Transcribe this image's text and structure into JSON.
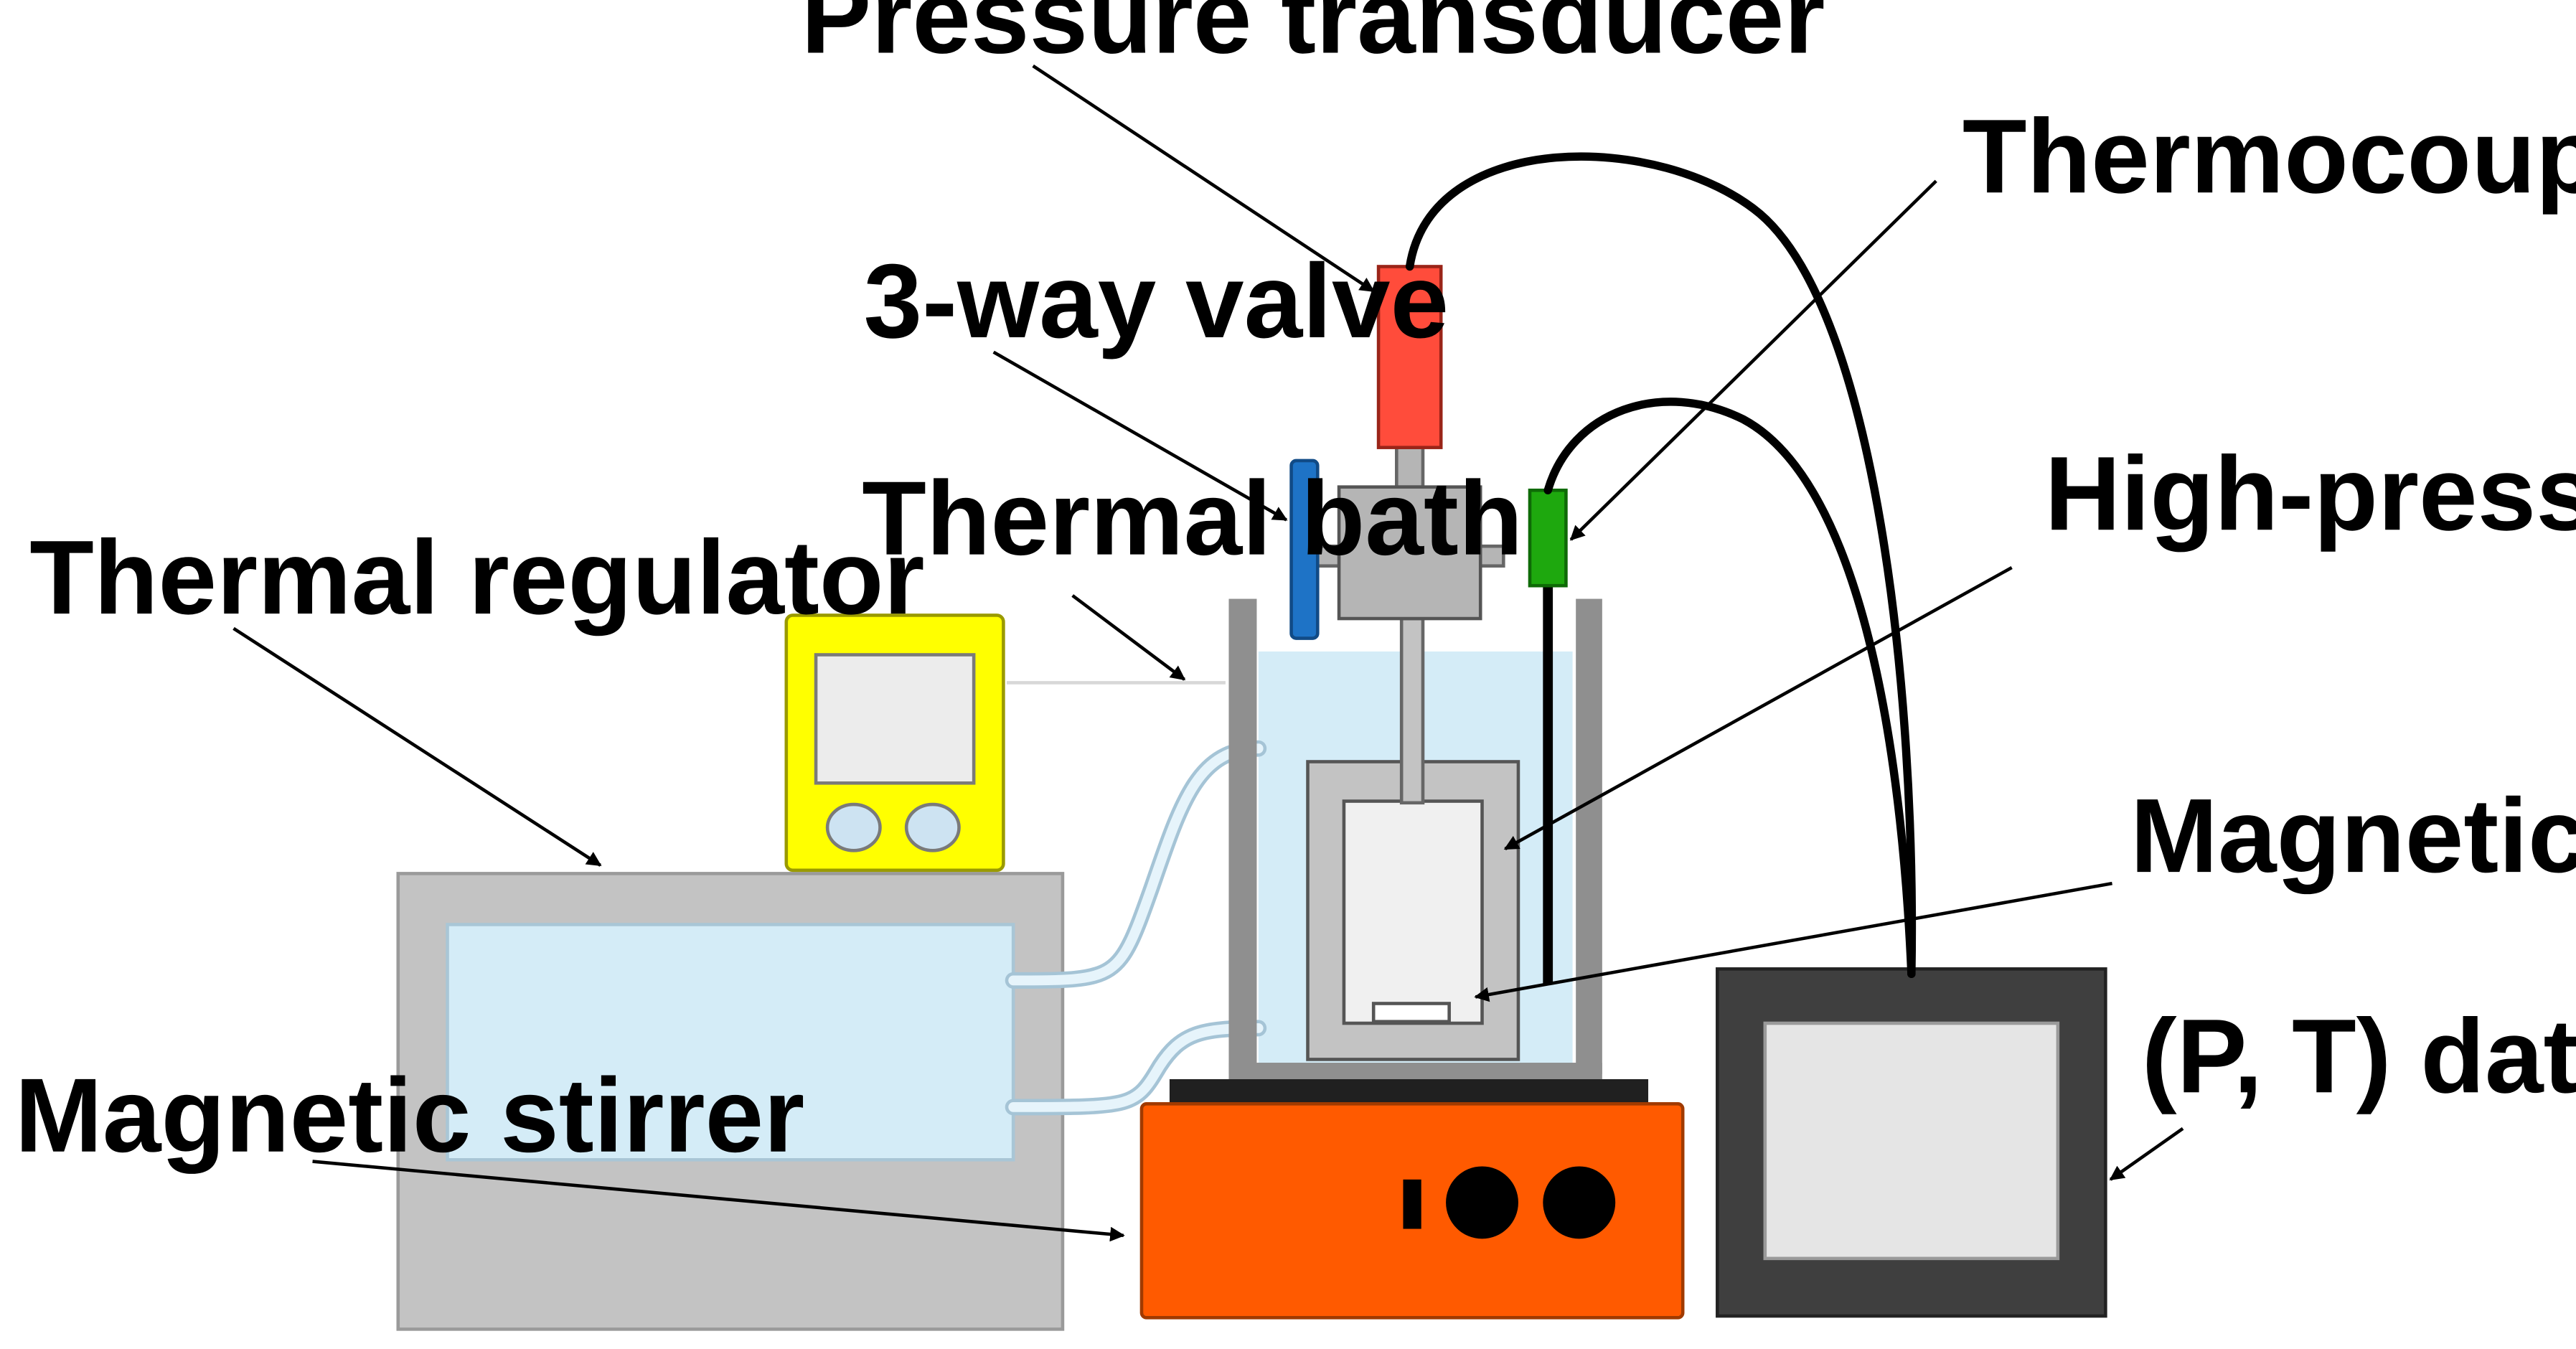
{
  "labels": {
    "pressure_transducer": "Pressure transducer",
    "thermocouple": "Thermocouple K",
    "three_way_valve": "3-way valve",
    "thermal_bath": "Thermal bath",
    "high_pressure_cell": "High-pressure cell",
    "thermal_regulator": "Thermal regulator",
    "magnetic_bar": "Magnetic bar",
    "magnetic_stirrer": "Magnetic stirrer",
    "data_recorder": "(P, T) data recorder"
  },
  "colors": {
    "pressure_transducer": "#ff4c3b",
    "thermocouple": "#1ea80e",
    "valve_handle": "#1e73c6",
    "regulator_display": "#ffff00",
    "stirrer": "#ff5a00",
    "bath_water": "#d4ecf7",
    "recorder_frame": "#3f3f3f"
  }
}
